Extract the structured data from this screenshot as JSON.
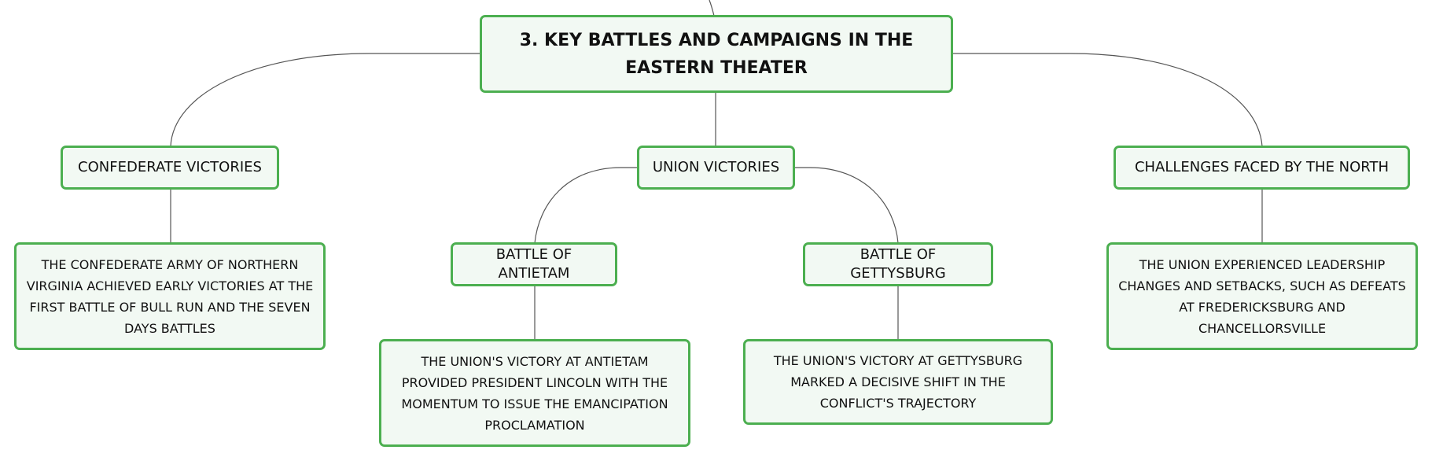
{
  "diagram": {
    "root": {
      "label": "3. KEY BATTLES AND CAMPAIGNS IN THE EASTERN THEATER"
    },
    "branches": {
      "confederate": {
        "label": "CONFEDERATE VICTORIES",
        "detail": "THE CONFEDERATE ARMY OF NORTHERN VIRGINIA ACHIEVED EARLY VICTORIES AT THE FIRST BATTLE OF BULL RUN AND THE SEVEN DAYS BATTLES"
      },
      "union": {
        "label": "UNION VICTORIES",
        "children": {
          "antietam": {
            "label": "BATTLE OF ANTIETAM",
            "detail": "THE UNION'S VICTORY AT ANTIETAM PROVIDED PRESIDENT LINCOLN WITH THE MOMENTUM TO ISSUE THE EMANCIPATION PROCLAMATION"
          },
          "gettysburg": {
            "label": "BATTLE OF GETTYSBURG",
            "detail": "THE UNION'S VICTORY AT GETTYSBURG MARKED A DECISIVE SHIFT IN THE CONFLICT'S TRAJECTORY"
          }
        }
      },
      "challenges": {
        "label": "CHALLENGES FACED BY THE NORTH",
        "detail": "THE UNION EXPERIENCED LEADERSHIP CHANGES AND SETBACKS, SUCH AS DEFEATS AT FREDERICKSBURG AND CHANCELLORSVILLE"
      }
    },
    "colors": {
      "node_border": "#4caf50",
      "node_fill": "#f2f9f3",
      "connector": "#555555"
    }
  }
}
